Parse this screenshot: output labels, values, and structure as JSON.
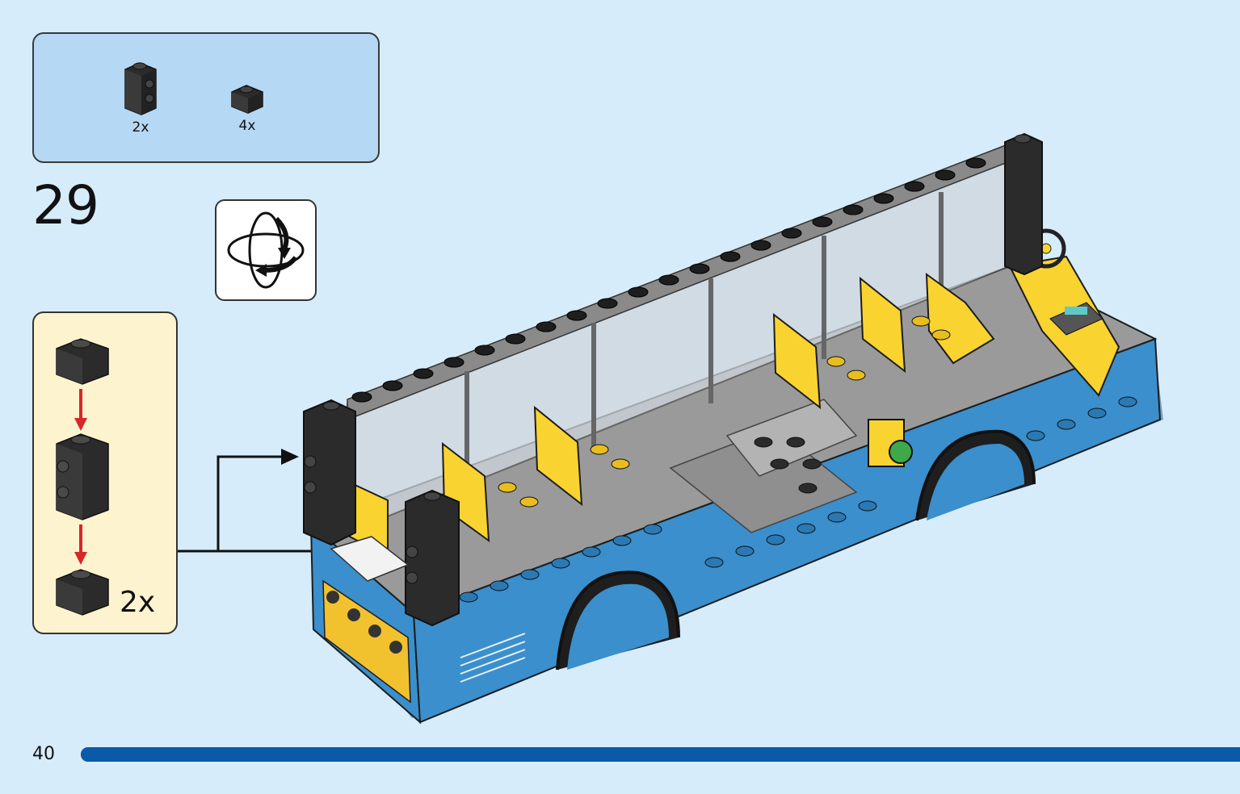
{
  "parts": [
    {
      "qty": "2x",
      "icon": "brick-1x1x2-studs-on-side-icon",
      "color": "#2b2b2b"
    },
    {
      "qty": "4x",
      "icon": "plate-1x1-icon",
      "color": "#2b2b2b"
    }
  ],
  "step": {
    "number": "29"
  },
  "rotate": {
    "icon": "rotate-model-icon"
  },
  "subassembly": {
    "qty": "2x"
  },
  "page": {
    "number": "40",
    "progress": 1.0
  },
  "colors": {
    "background": "#d6ecfb",
    "parts_box": "#b5d8f4",
    "subassembly_box": "#fdf4cf",
    "bus_blue": "#3a8fcc",
    "seat_yellow": "#f9d330",
    "brick_black": "#2b2b2b",
    "arrow_red": "#d8262b",
    "progress_blue": "#0a5aa8"
  }
}
